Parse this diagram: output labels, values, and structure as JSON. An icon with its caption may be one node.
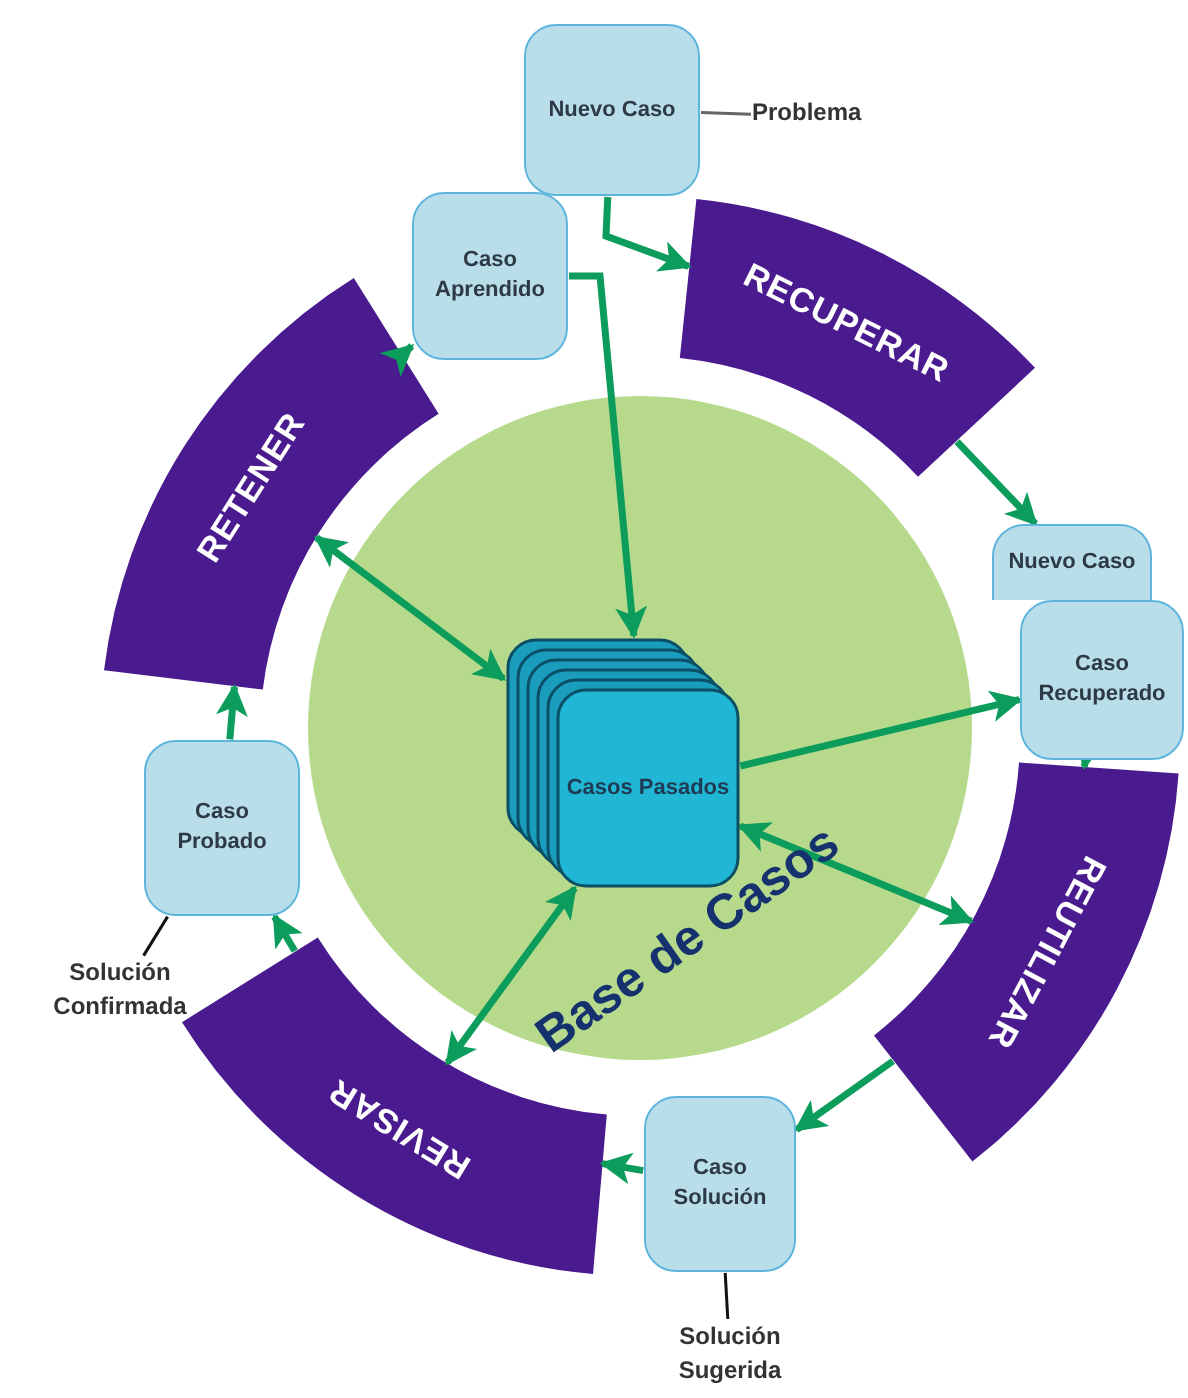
{
  "diagram": {
    "nodes": [
      {
        "text": [
          "Nuevo Caso"
        ]
      },
      {
        "text": [
          "Problema"
        ]
      },
      {
        "text": [
          "RECUPERAR"
        ]
      },
      {
        "text": [
          "Nuevo Caso"
        ]
      },
      {
        "text": [
          "Caso Recuperado"
        ]
      },
      {
        "text": [
          "REUTILIZAR"
        ]
      },
      {
        "text": [
          "Caso Solución"
        ]
      },
      {
        "text": [
          "Solución Sugerida"
        ]
      },
      {
        "text": [
          "REVISAR"
        ]
      },
      {
        "text": [
          "Caso Probado"
        ]
      },
      {
        "text": [
          "Solución Confirmada"
        ]
      },
      {
        "text": [
          "RETENER"
        ]
      },
      {
        "text": [
          "Caso Aprendido"
        ]
      },
      {
        "text": [
          "Base de Casos"
        ]
      },
      {
        "text": [
          "Casos Pasados"
        ],
        "in": 13
      }
    ],
    "edges": [
      {
        "from": 0,
        "to": 2,
        "arrow": "to"
      },
      {
        "from": 0,
        "to": 1,
        "arrow": "none",
        "color": "#666666"
      },
      {
        "from": 2,
        "to": 3,
        "arrow": "to"
      },
      {
        "from": 14,
        "to": 4,
        "arrow": "to"
      },
      {
        "from": 4,
        "to": 5,
        "arrow": "to"
      },
      {
        "from": 5,
        "to": 6,
        "arrow": "to"
      },
      {
        "from": 6,
        "to": 8,
        "arrow": "to"
      },
      {
        "from": 6,
        "to": 7,
        "arrow": "none",
        "color": "#111111"
      },
      {
        "from": 8,
        "to": 9,
        "arrow": "to"
      },
      {
        "from": 9,
        "to": 10,
        "arrow": "none",
        "color": "#111111"
      },
      {
        "from": 9,
        "to": 11,
        "arrow": "to"
      },
      {
        "from": 11,
        "to": 12,
        "arrow": "to"
      },
      {
        "from": 12,
        "to": 14,
        "arrow": "to"
      },
      {
        "from": 14,
        "to": 11,
        "arrow": "both"
      },
      {
        "from": 14,
        "to": 5,
        "arrow": "both"
      },
      {
        "from": 14,
        "to": 8,
        "arrow": "both"
      }
    ]
  }
}
